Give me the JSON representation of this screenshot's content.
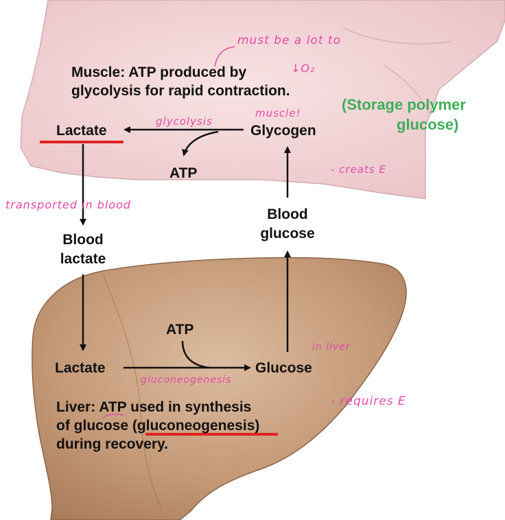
{
  "muscle": {
    "caption_line1": "Muscle: ATP produced by",
    "caption_line2": "glycolysis for rapid contraction.",
    "lactate": "Lactate",
    "glycogen": "Glycogen",
    "atp": "ATP"
  },
  "blood": {
    "lactate_line1": "Blood",
    "lactate_line2": "lactate",
    "glucose_line1": "Blood",
    "glucose_line2": "glucose"
  },
  "liver": {
    "lactate": "Lactate",
    "glucose": "Glucose",
    "atp": "ATP",
    "caption_line1": "Liver: ATP used in synthesis",
    "caption_line2": "of glucose (gluconeogenesis)",
    "caption_line3": "during recovery."
  },
  "annotations": {
    "storage_line1": "(Storage polymer",
    "storage_line2": "glucose)",
    "must_be": "must be a lot to",
    "o2": "↓O₂",
    "glycolysis": "glycolysis",
    "muscle_note": "muscle!",
    "creates": "- creats E",
    "transported": "transported in blood",
    "in_liver": "in liver",
    "gluconeogenesis": "gluconeogenesis",
    "requires": "- requires E"
  },
  "colors": {
    "muscle_fill": "#f2d3d6",
    "liver_fill": "#c49a79",
    "red_underline": "#e0231f",
    "handwriting": "#e24aa8",
    "storage_text": "#3fae5a"
  }
}
